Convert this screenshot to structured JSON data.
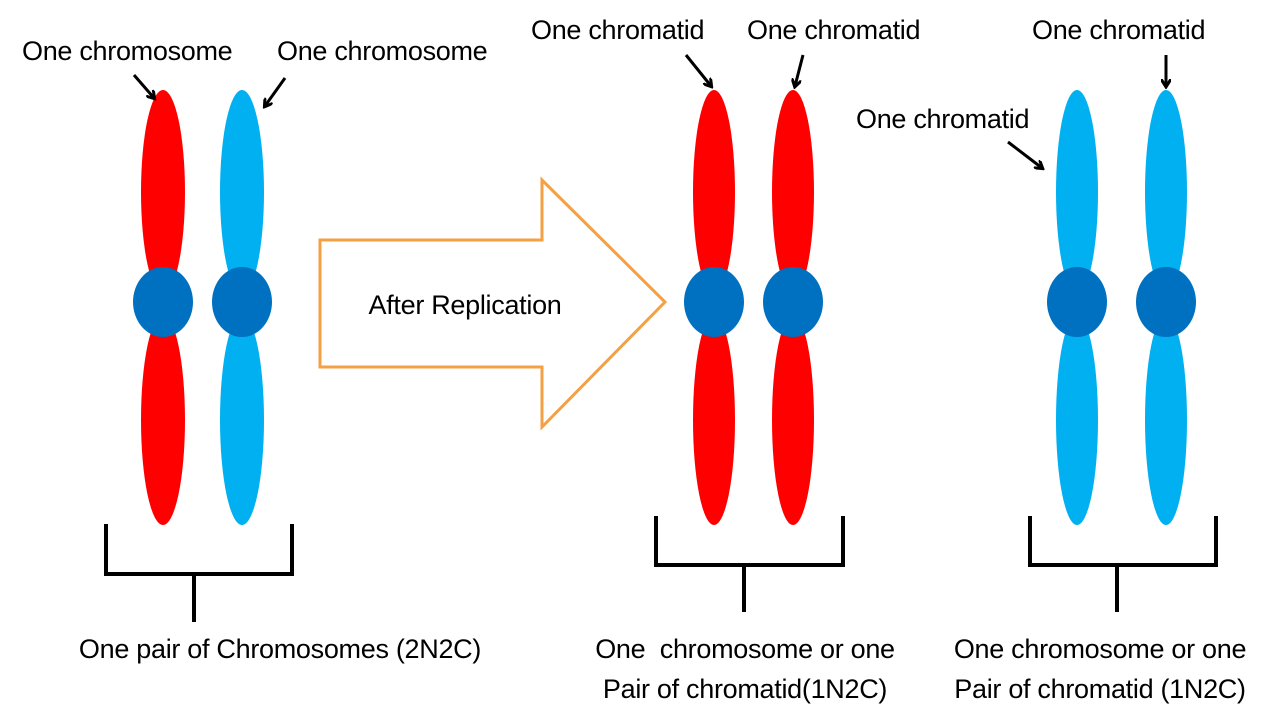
{
  "colors": {
    "red_chromosome": "#ff0000",
    "blue_chromosome": "#00b0f0",
    "centromere": "#0070c0",
    "arrow_outline": "#f4a044",
    "ink": "#000000"
  },
  "left_panel": {
    "label_red": "One chromosome",
    "label_blue": "One chromosome",
    "caption": "One pair of Chromosomes (2N2C)"
  },
  "transition": {
    "label": "After Replication"
  },
  "middle_panel": {
    "label_left": "One chromatid",
    "label_right": "One chromatid",
    "caption_line1": "One  chromosome or one",
    "caption_line2": "Pair of chromatid(1N2C)"
  },
  "right_panel": {
    "label_top": "One chromatid",
    "label_side": "One chromatid",
    "caption_line1": "One chromosome or one",
    "caption_line2": "Pair of chromatid (1N2C)"
  }
}
